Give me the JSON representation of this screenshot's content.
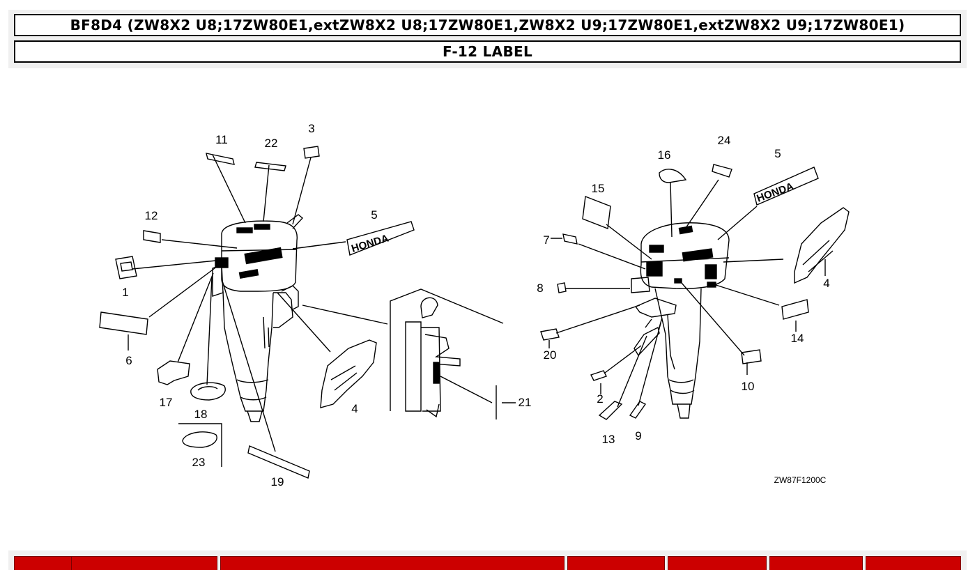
{
  "header": {
    "model_title": "BF8D4 (ZW8X2 U8;17ZW80E1,extZW8X2 U8;17ZW80E1,ZW8X2 U9;17ZW80E1,extZW8X2 U9;17ZW80E1)",
    "section_title": "F-12 LABEL"
  },
  "diagram": {
    "code": "ZW87F1200C",
    "brand_text": "HONDA",
    "callouts": [
      "1",
      "2",
      "3",
      "4",
      "4",
      "5",
      "5",
      "6",
      "7",
      "8",
      "9",
      "10",
      "11",
      "12",
      "13",
      "14",
      "15",
      "16",
      "17",
      "18",
      "19",
      "20",
      "21",
      "22",
      "23",
      "24"
    ]
  },
  "table": {
    "headers": [
      "",
      "",
      "",
      "",
      "",
      "",
      ""
    ]
  }
}
